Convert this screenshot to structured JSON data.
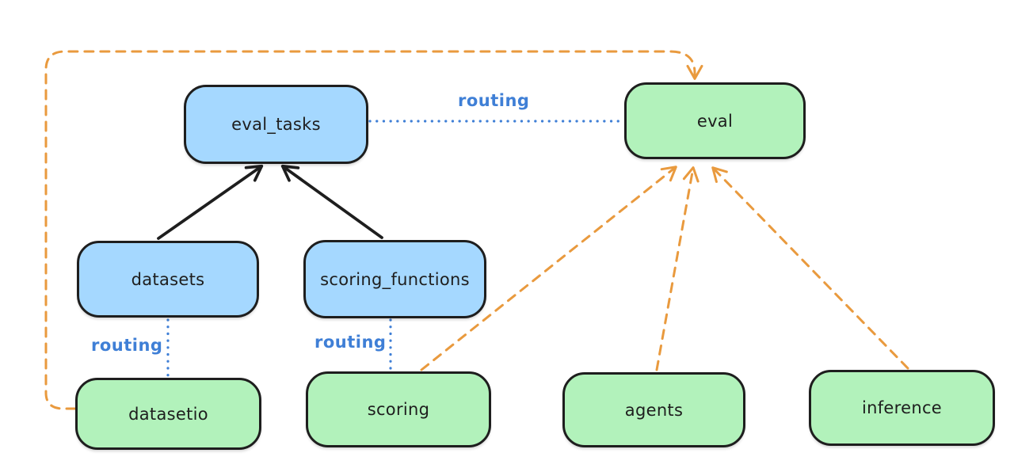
{
  "diagram": {
    "type": "architecture-graph",
    "background": "#ffffff"
  },
  "nodes": [
    {
      "id": "eval_tasks",
      "label": "eval_tasks",
      "fill": "blue"
    },
    {
      "id": "eval",
      "label": "eval",
      "fill": "green"
    },
    {
      "id": "datasets",
      "label": "datasets",
      "fill": "blue"
    },
    {
      "id": "scoring_functions",
      "label": "scoring_functions",
      "fill": "blue"
    },
    {
      "id": "datasetio",
      "label": "datasetio",
      "fill": "green"
    },
    {
      "id": "scoring",
      "label": "scoring",
      "fill": "green"
    },
    {
      "id": "agents",
      "label": "agents",
      "fill": "green"
    },
    {
      "id": "inference",
      "label": "inference",
      "fill": "green"
    }
  ],
  "edges": [
    {
      "from": "datasets",
      "to": "eval_tasks",
      "style": "solid-arrow",
      "color": "#1e1e1e"
    },
    {
      "from": "scoring_functions",
      "to": "eval_tasks",
      "style": "solid-arrow",
      "color": "#1e1e1e"
    },
    {
      "from": "eval_tasks",
      "to": "eval",
      "style": "dotted-line",
      "color": "#3f7fd6",
      "label": "routing"
    },
    {
      "from": "datasets",
      "to": "datasetio",
      "style": "dotted-line",
      "color": "#3f7fd6",
      "label": "routing"
    },
    {
      "from": "scoring_functions",
      "to": "scoring",
      "style": "dotted-line",
      "color": "#3f7fd6",
      "label": "routing"
    },
    {
      "from": "datasetio",
      "to": "eval",
      "style": "dashed-arrow",
      "color": "#e99a3e"
    },
    {
      "from": "scoring",
      "to": "eval",
      "style": "dashed-arrow",
      "color": "#e99a3e"
    },
    {
      "from": "agents",
      "to": "eval",
      "style": "dashed-arrow",
      "color": "#e99a3e"
    },
    {
      "from": "inference",
      "to": "eval",
      "style": "dashed-arrow",
      "color": "#e99a3e"
    }
  ],
  "colors": {
    "blue_fill": "#a5d8ff",
    "green_fill": "#b2f2bb",
    "node_stroke": "#1e1e1e",
    "routing_blue": "#3f7fd6",
    "orange": "#e99a3e",
    "black_arrow": "#1e1e1e"
  }
}
